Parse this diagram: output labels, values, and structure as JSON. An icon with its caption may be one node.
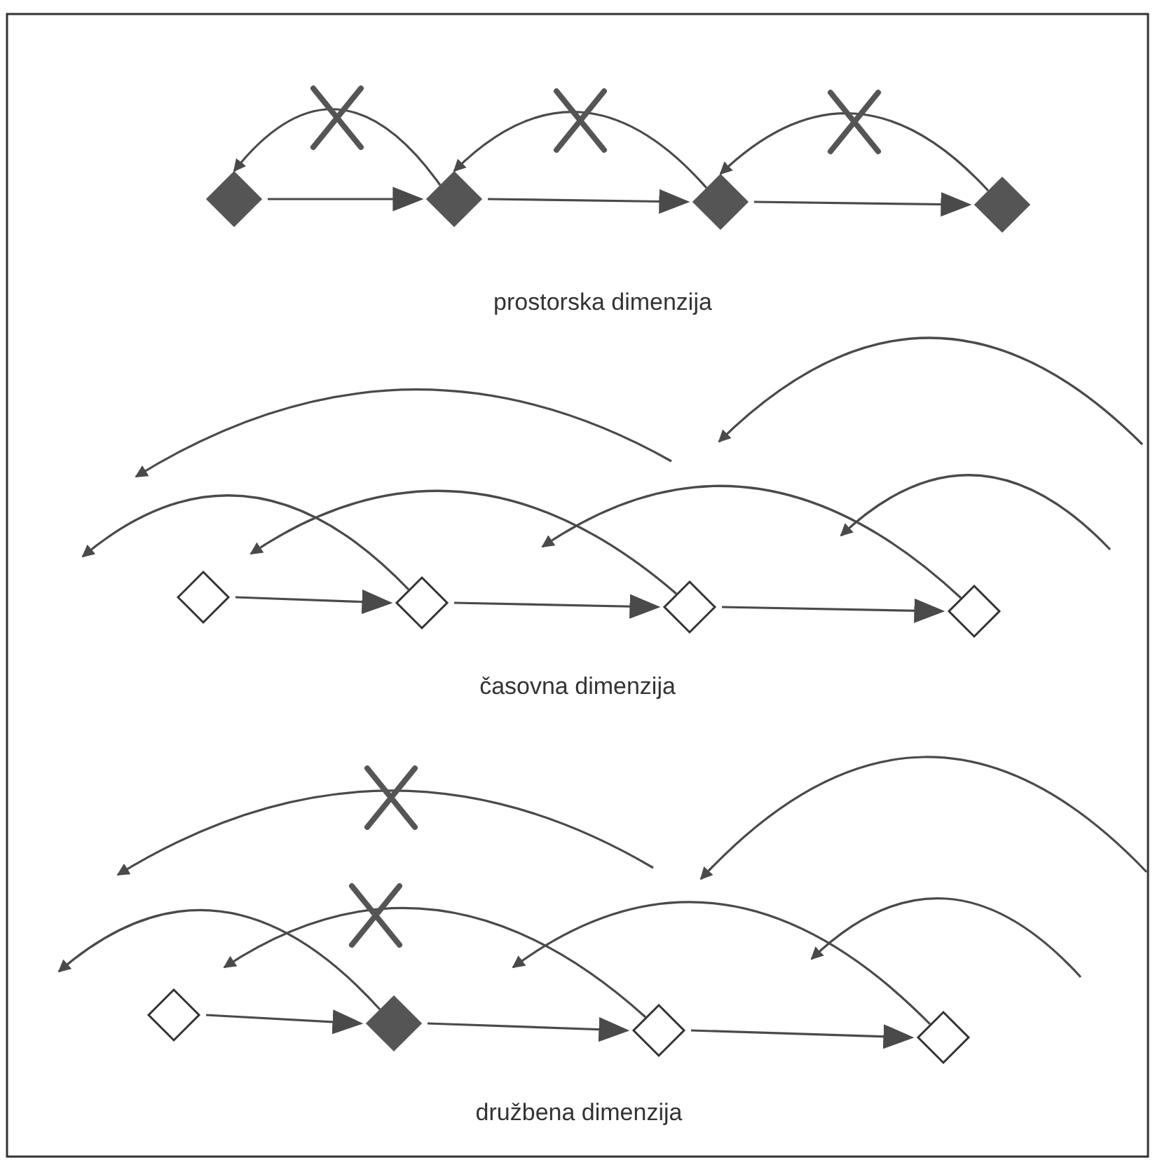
{
  "diagram": {
    "nodes": [
      {
        "text": [],
        "shape": "diamond"
      },
      {
        "text": [],
        "shape": "diamond"
      },
      {
        "text": [],
        "shape": "diamond"
      },
      {
        "text": [],
        "shape": "diamond"
      },
      {
        "text": [],
        "shape": "diamond"
      },
      {
        "text": [],
        "shape": "diamond"
      },
      {
        "text": [],
        "shape": "diamond"
      },
      {
        "text": [],
        "shape": "diamond"
      },
      {
        "text": [],
        "shape": "diamond"
      },
      {
        "text": [],
        "shape": "diamond"
      },
      {
        "text": [],
        "shape": "diamond"
      },
      {
        "text": [],
        "shape": "diamond"
      }
    ],
    "edges": [
      {
        "from": 0,
        "to": 1,
        "arrow": "to"
      },
      {
        "from": 1,
        "to": 2,
        "arrow": "to"
      },
      {
        "from": 2,
        "to": 3,
        "arrow": "to"
      },
      {
        "from": 1,
        "to": 0,
        "arrow": "to"
      },
      {
        "from": 2,
        "to": 1,
        "arrow": "to"
      },
      {
        "from": 3,
        "to": 2,
        "arrow": "to"
      },
      {
        "from": 4,
        "to": 5,
        "arrow": "to"
      },
      {
        "from": 5,
        "to": 6,
        "arrow": "to"
      },
      {
        "from": 6,
        "to": 7,
        "arrow": "to"
      },
      {
        "from": 5,
        "to": null,
        "arrow": "to"
      },
      {
        "from": 6,
        "to": null,
        "arrow": "to"
      },
      {
        "from": 7,
        "to": null,
        "arrow": "to"
      },
      {
        "from": 8,
        "to": 9,
        "arrow": "to"
      },
      {
        "from": 9,
        "to": 10,
        "arrow": "to"
      },
      {
        "from": 10,
        "to": 11,
        "arrow": "to"
      },
      {
        "from": 9,
        "to": null,
        "arrow": "to"
      },
      {
        "from": 10,
        "to": null,
        "arrow": "to"
      },
      {
        "from": 11,
        "to": null,
        "arrow": "to"
      }
    ],
    "labels": [
      "prostorska dimenzija",
      "časovna dimenzija",
      "družbena dimenzija"
    ]
  }
}
